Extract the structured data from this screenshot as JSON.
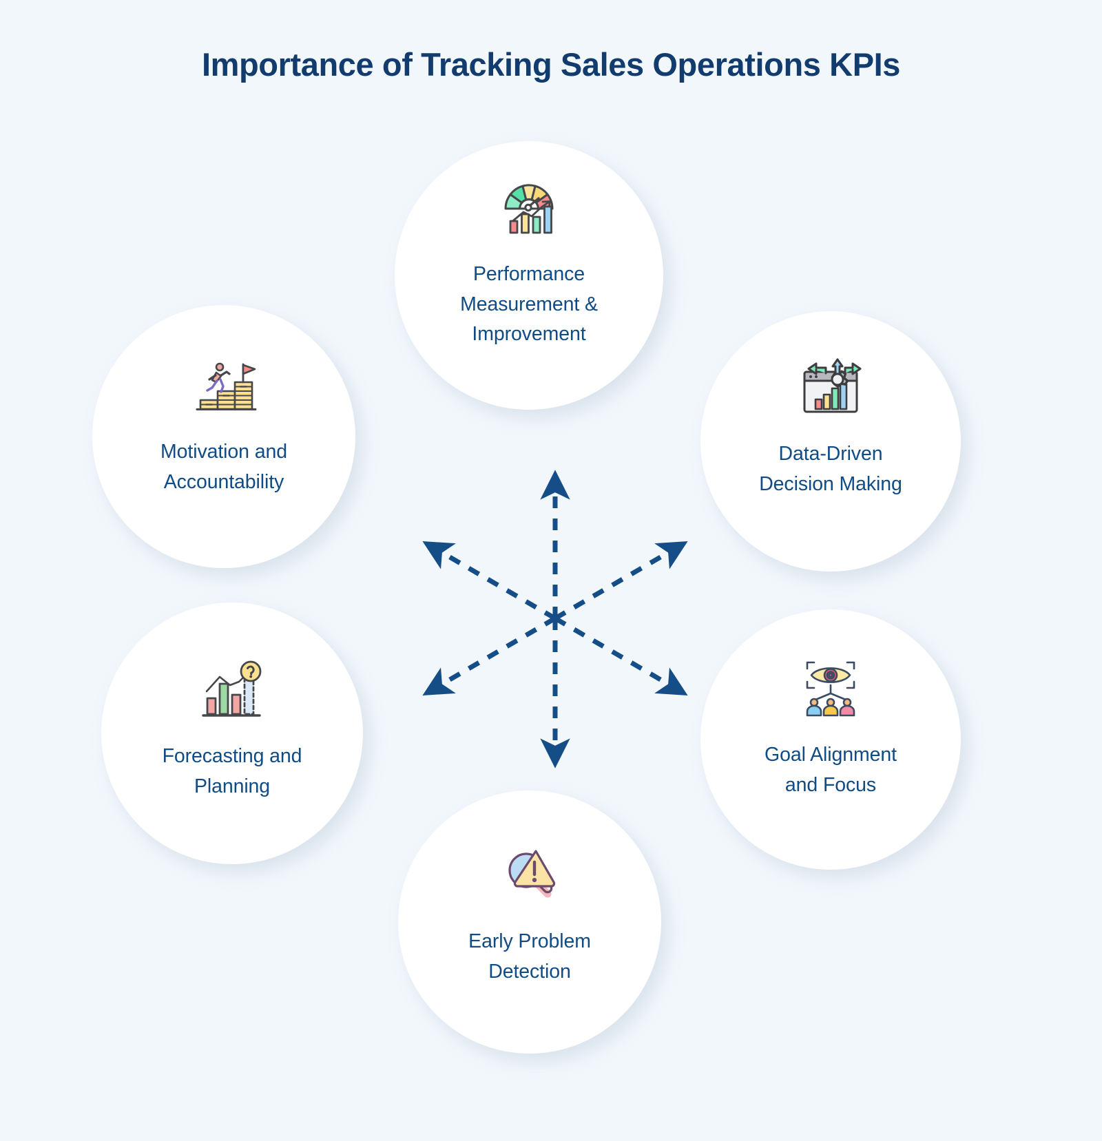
{
  "page": {
    "title": "Importance of Tracking Sales Operations KPIs",
    "background_color": "#f2f7fc",
    "title_color": "#123c6e",
    "label_color": "#0f4b85",
    "accent_color": "#154d86",
    "circle_color": "#ffffff"
  },
  "center": {
    "icon_name": "six-way-dashed-arrow-burst",
    "arrow_count": 6,
    "arrow_style": "dashed",
    "arrow_color": "#154d86",
    "directions": [
      "up",
      "down",
      "upper-left",
      "upper-right",
      "lower-left",
      "lower-right"
    ]
  },
  "nodes": [
    {
      "id": "performance",
      "label": "Performance\nMeasurement &\nImprovement",
      "icon_name": "gauge-bar-chart-growth-icon",
      "position": "top"
    },
    {
      "id": "motivation",
      "label": "Motivation and\nAccountability",
      "icon_name": "runner-stairs-flag-icon",
      "position": "upper-left"
    },
    {
      "id": "datadriven",
      "label": "Data-Driven\nDecision Making",
      "icon_name": "dashboard-gear-arrows-icon",
      "position": "upper-right"
    },
    {
      "id": "forecasting",
      "label": "Forecasting and\nPlanning",
      "icon_name": "bar-chart-question-mark-icon",
      "position": "lower-left"
    },
    {
      "id": "goal",
      "label": "Goal Alignment\nand Focus",
      "icon_name": "eye-target-team-focus-icon",
      "position": "lower-right"
    },
    {
      "id": "earlyproblem",
      "label": "Early Problem\nDetection",
      "icon_name": "magnifier-warning-triangle-icon",
      "position": "bottom"
    }
  ]
}
